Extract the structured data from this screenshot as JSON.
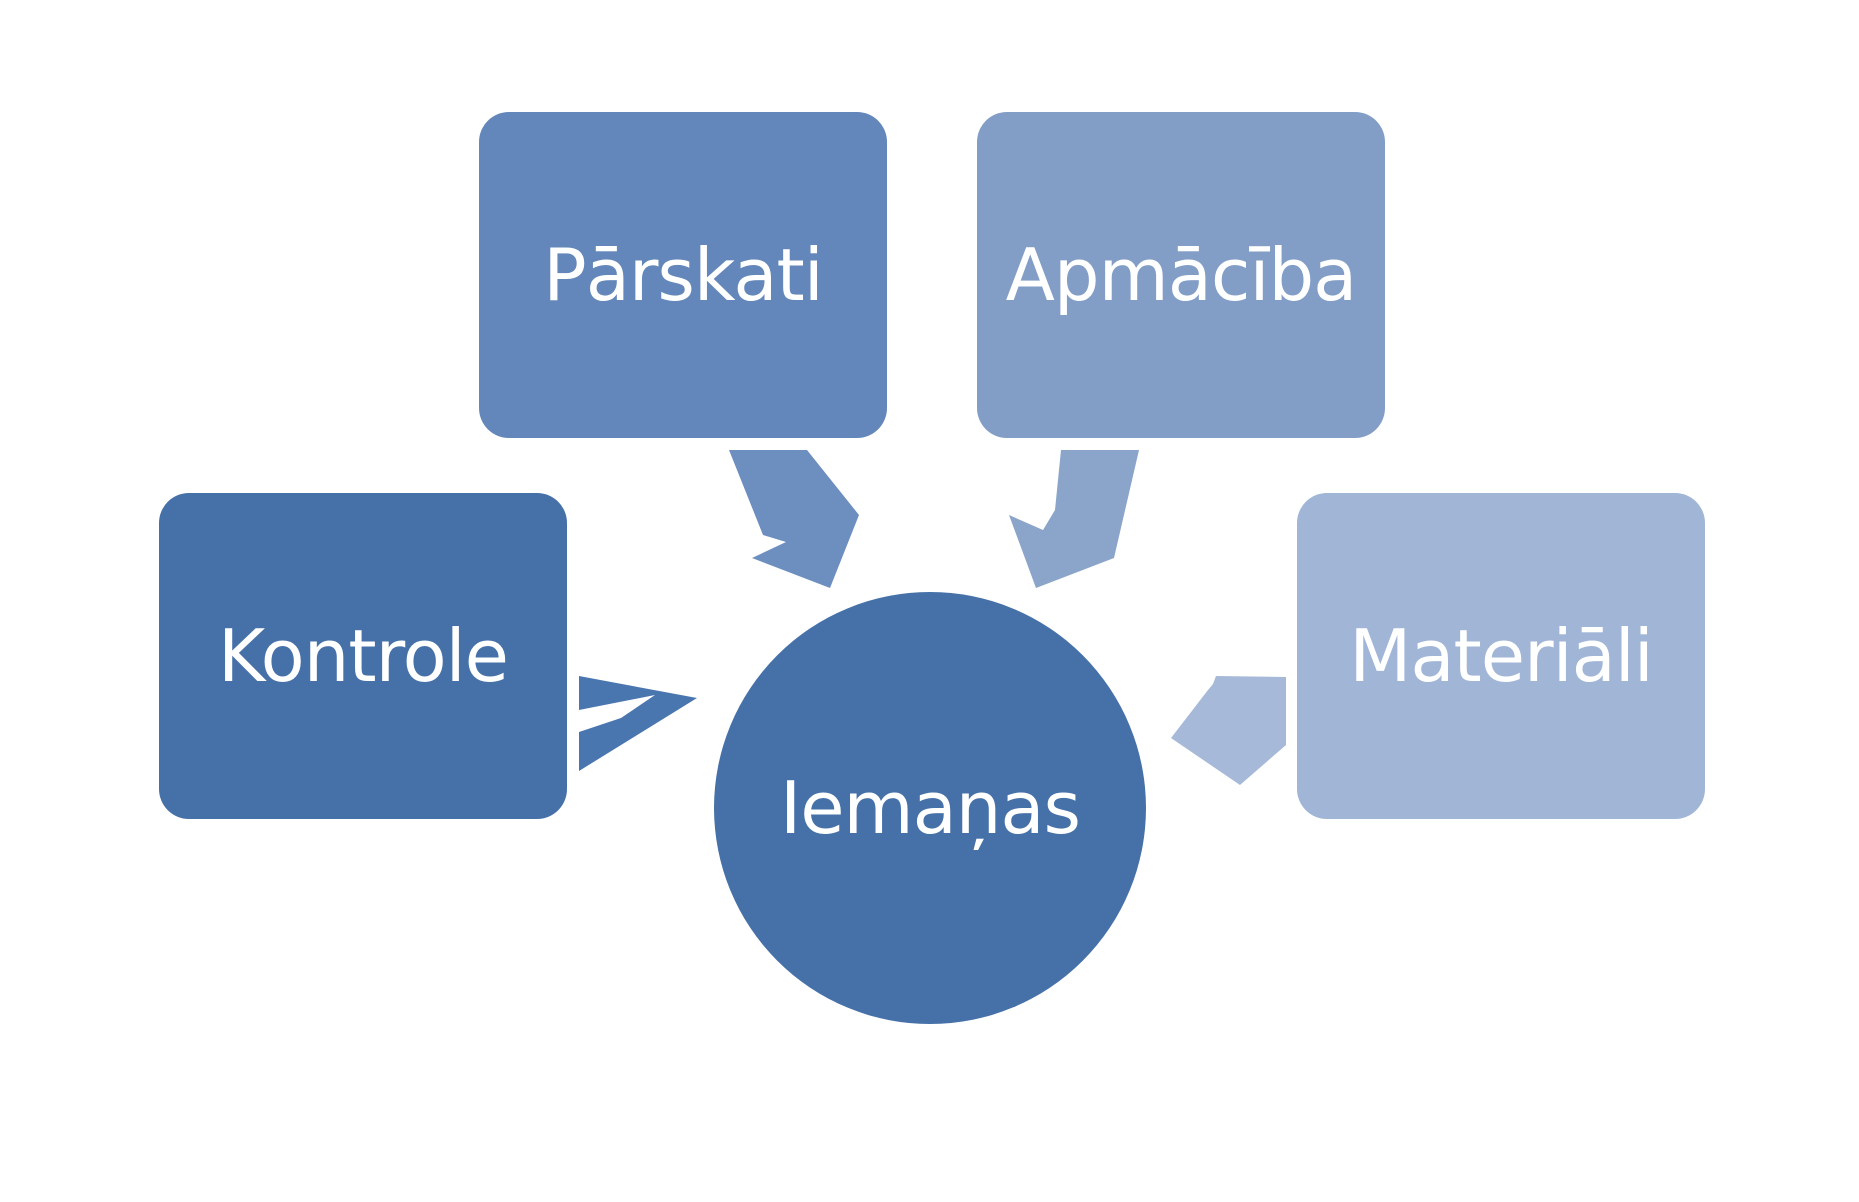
{
  "diagram": {
    "center": {
      "label": "Iemaņas",
      "color": "#4671a8"
    },
    "nodes": [
      {
        "id": "kontrole",
        "label": "Kontrole",
        "color": "#4671a8",
        "arrow_color": "#4a76b0"
      },
      {
        "id": "parskati",
        "label": "Pārskati",
        "color": "#6387ba",
        "arrow_color": "#6d8fc0"
      },
      {
        "id": "apmaciba",
        "label": "Apmācība",
        "color": "#829ec6",
        "arrow_color": "#8aa4ca"
      },
      {
        "id": "materiali",
        "label": "Materiāli",
        "color": "#a1b5d6",
        "arrow_color": "#a6b9d8"
      }
    ]
  }
}
